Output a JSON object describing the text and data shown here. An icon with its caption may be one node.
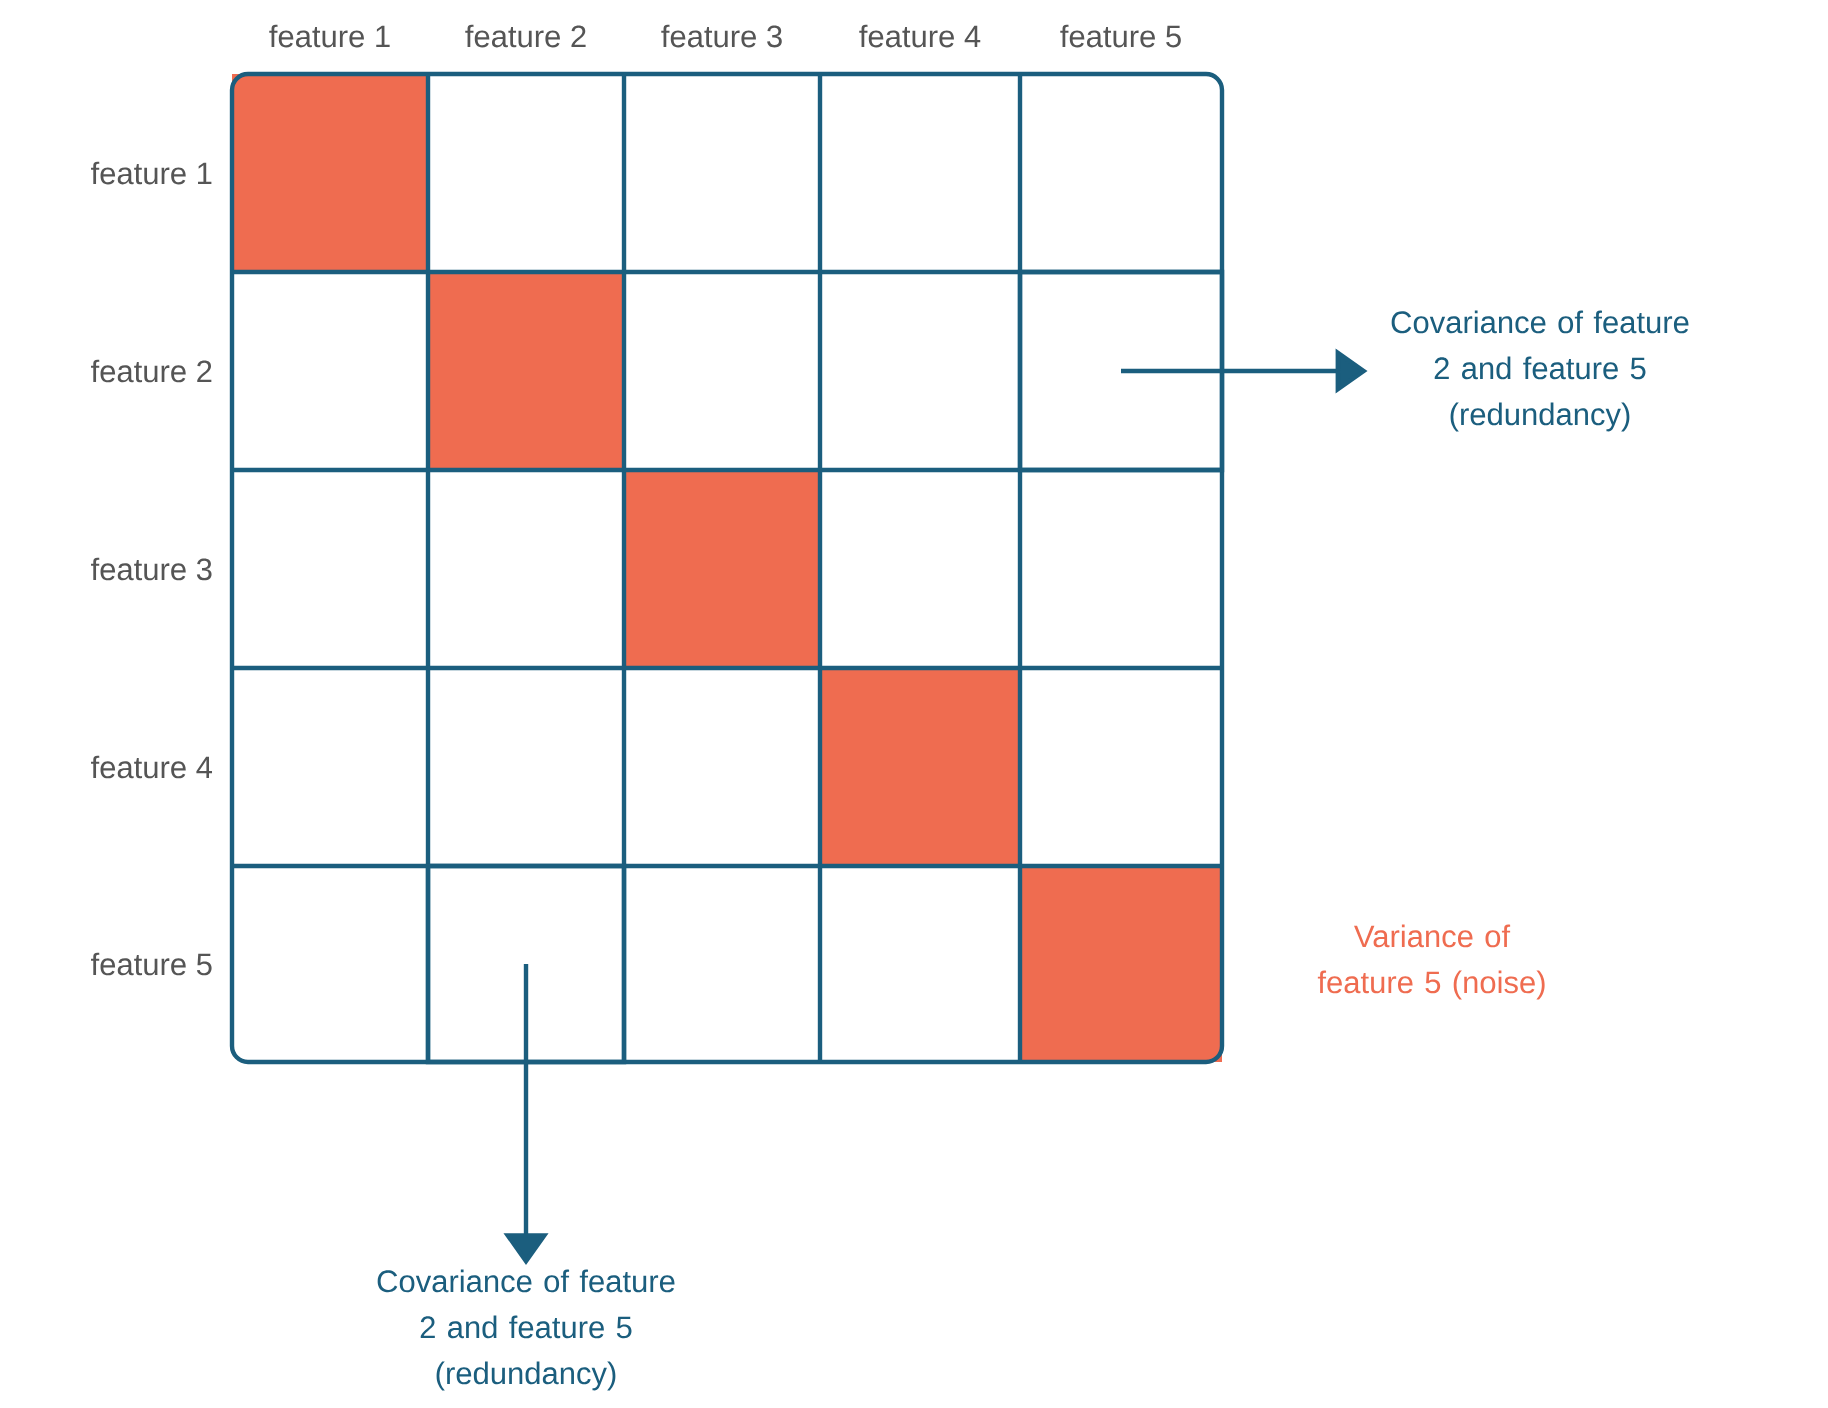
{
  "diagram": {
    "nodes": [
      {
        "text": [],
        "shape": "box"
      },
      {
        "text": [
          "Covariance of feature 2 and feature 5 (redundancy)"
        ]
      },
      {
        "text": [],
        "shape": "box"
      },
      {
        "text": [
          "Covariance of feature 2 and feature 5 (redundancy)"
        ]
      }
    ],
    "edges": [
      {
        "from": 0,
        "to": 1,
        "arrow": "to"
      },
      {
        "from": 2,
        "to": 3,
        "arrow": "to"
      }
    ],
    "labels": [
      "feature 1",
      "feature 2",
      "feature 3",
      "feature 4",
      "feature 5",
      "feature 1",
      "feature 2",
      "feature 3",
      "feature 4",
      "feature 5",
      "Variance of feature 5 (noise)"
    ]
  }
}
